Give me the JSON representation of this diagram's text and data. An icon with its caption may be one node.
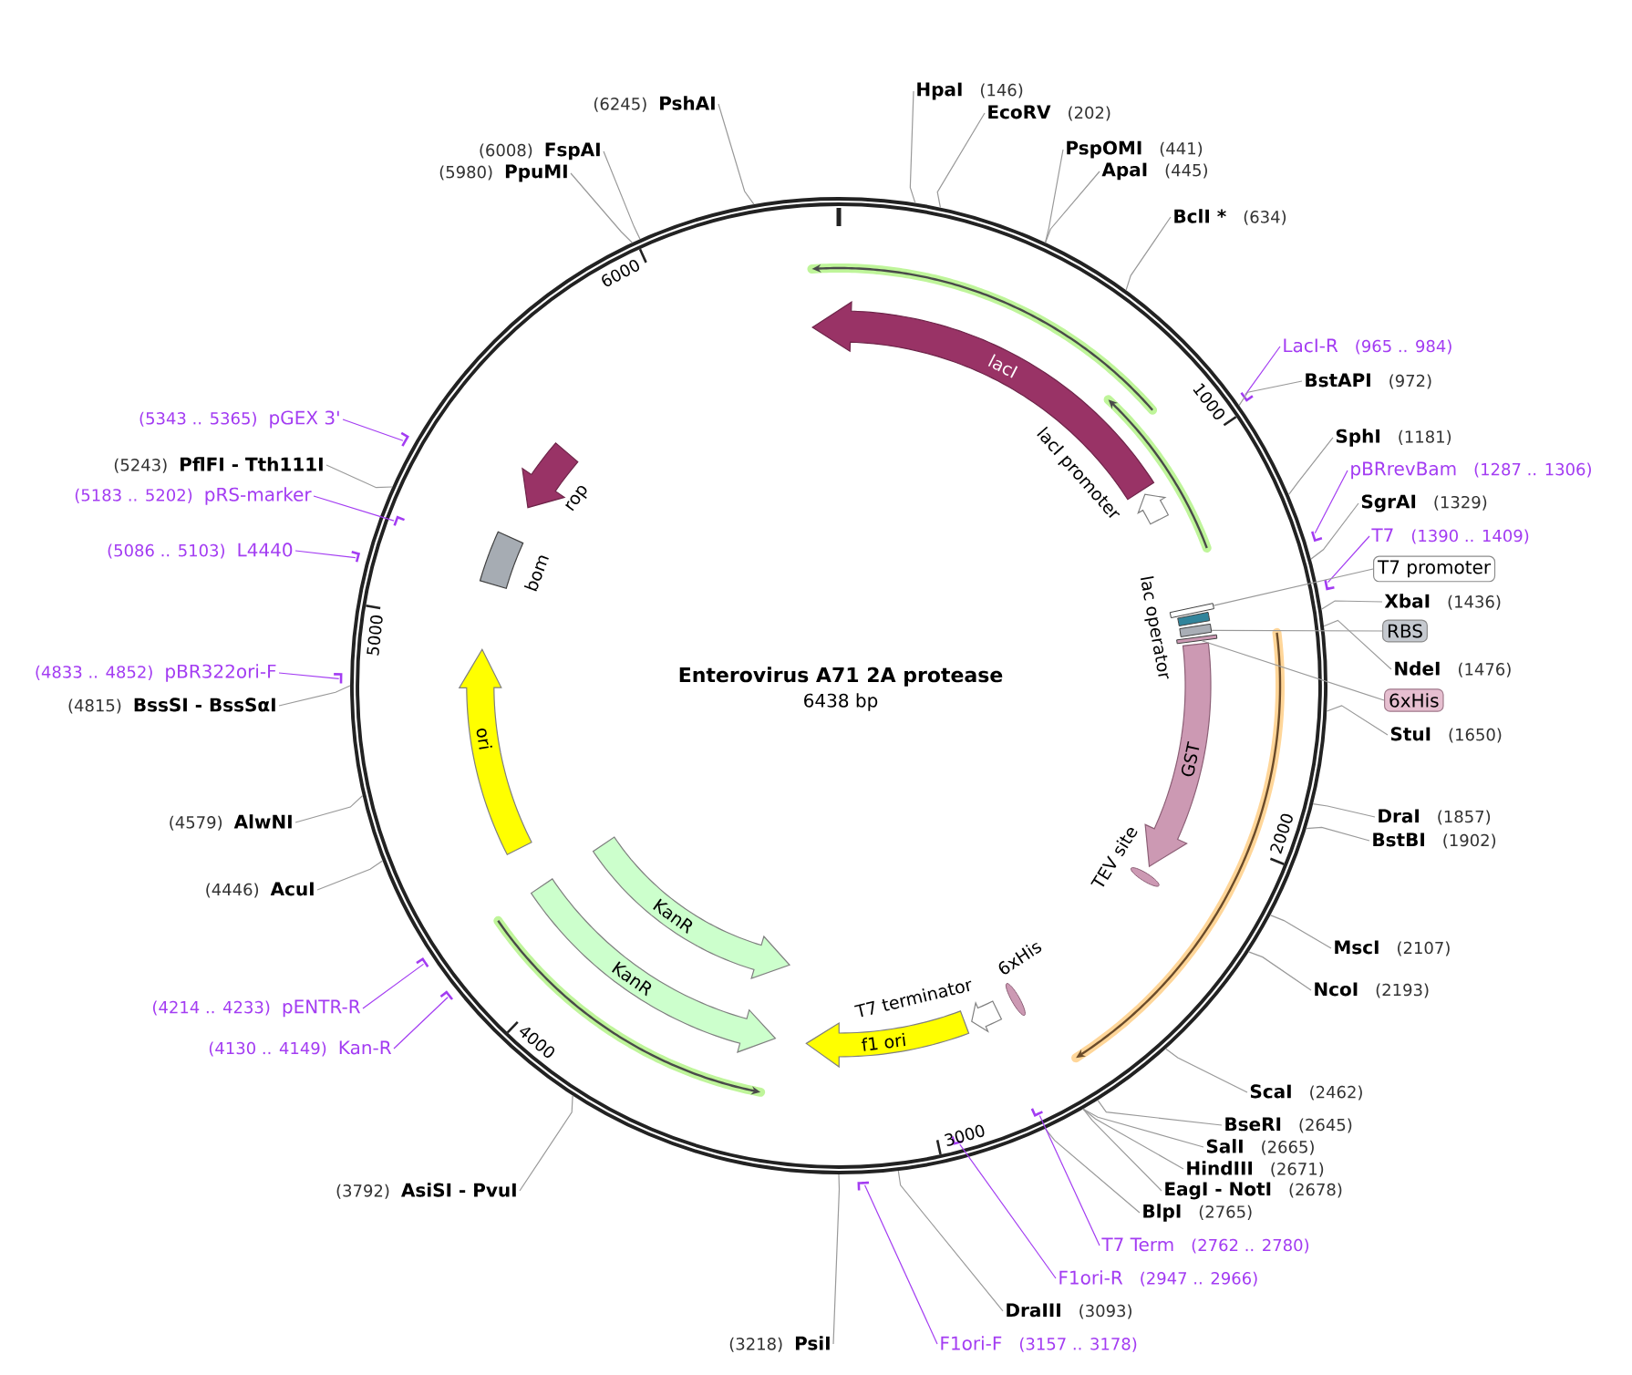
{
  "diagram": {
    "title": "Enterovirus A71 2A protease",
    "nodes": [
      {
        "text": [
          "HpaI",
          "(146)"
        ]
      },
      {
        "text": [
          "EcoRV",
          "(202)"
        ]
      },
      {
        "text": [
          "PspOMI",
          "(441)"
        ]
      },
      {
        "text": [
          "ApaI",
          "(445)"
        ]
      },
      {
        "text": [
          "BclI *",
          "(634)"
        ]
      },
      {
        "text": [
          "LacI-R",
          "(965 .. 984)"
        ]
      },
      {
        "text": [
          "BstAPI",
          "(972)"
        ]
      },
      {
        "text": [
          "SphI",
          "(1181)"
        ]
      },
      {
        "text": [
          "pBRrevBam",
          "(1287 .. 1306)"
        ]
      },
      {
        "text": [
          "SgrAI",
          "(1329)"
        ]
      },
      {
        "text": [
          "T7",
          "(1390 .. 1409)"
        ]
      },
      {
        "text": [
          "T7 promoter"
        ]
      },
      {
        "text": [
          "XbaI",
          "(1436)"
        ]
      },
      {
        "text": [
          "RBS"
        ]
      },
      {
        "text": [
          "NdeI",
          "(1476)"
        ]
      },
      {
        "text": [
          "6xHis"
        ]
      },
      {
        "text": [
          "StuI",
          "(1650)"
        ]
      },
      {
        "text": [
          "DraI",
          "(1857)"
        ]
      },
      {
        "text": [
          "BstBI",
          "(1902)"
        ]
      },
      {
        "text": [
          "MscI",
          "(2107)"
        ]
      },
      {
        "text": [
          "NcoI",
          "(2193)"
        ]
      },
      {
        "text": [
          "ScaI",
          "(2462)"
        ]
      },
      {
        "text": [
          "BseRI",
          "(2645)"
        ]
      },
      {
        "text": [
          "SalI",
          "(2665)"
        ]
      },
      {
        "text": [
          "HindIII",
          "(2671)"
        ]
      },
      {
        "text": [
          "EagI - NotI",
          "(2678)"
        ]
      },
      {
        "text": [
          "BlpI",
          "(2765)"
        ]
      },
      {
        "text": [
          "T7 Term",
          "(2762 .. 2780)"
        ]
      },
      {
        "text": [
          "F1ori-R",
          "(2947 .. 2966)"
        ]
      },
      {
        "text": [
          "DraIII",
          "(3093)"
        ]
      },
      {
        "text": [
          "F1ori-F",
          "(3157 .. 3178)"
        ]
      },
      {
        "text": [
          "(3218)",
          "PsiI"
        ]
      },
      {
        "text": [
          "(3792)",
          "AsiSI - PvuI"
        ]
      },
      {
        "text": [
          "(4130 .. 4149)",
          "Kan-R"
        ]
      },
      {
        "text": [
          "(4214 .. 4233)",
          "pENTR-R"
        ]
      },
      {
        "text": [
          "(4446)",
          "AcuI"
        ]
      },
      {
        "text": [
          "(4579)",
          "AlwNI"
        ]
      },
      {
        "text": [
          "(4815)",
          "BssSI - BssSαI"
        ]
      },
      {
        "text": [
          "(4833 .. 4852)",
          "pBR322ori-F"
        ]
      },
      {
        "text": [
          "(5086 .. 5103)",
          "L4440"
        ]
      },
      {
        "text": [
          "(5183 .. 5202)",
          "pRS-marker"
        ]
      },
      {
        "text": [
          "(5243)",
          "PflFI - Tth111I"
        ]
      },
      {
        "text": [
          "(5343 .. 5365)",
          "pGEX 3'"
        ]
      },
      {
        "text": [
          "(5980)",
          "PpuMI"
        ]
      },
      {
        "text": [
          "(6008)",
          "FspAI"
        ]
      },
      {
        "text": [
          "(6245)",
          "PshAI"
        ]
      },
      {
        "text": [],
        "shape": "circle"
      },
      {
        "text": [
          "lacI"
        ],
        "in": 46
      },
      {
        "text": [
          "lacI promoter"
        ],
        "in": 46
      },
      {
        "text": [],
        "shape": "box",
        "in": 46
      },
      {
        "text": [
          "lac operator"
        ],
        "in": 46
      },
      {
        "text": [],
        "shape": "box",
        "in": 46
      },
      {
        "text": [],
        "shape": "box",
        "in": 46
      },
      {
        "text": [
          "GST"
        ],
        "in": 46
      },
      {
        "text": [
          "TEV site"
        ],
        "in": 46
      },
      {
        "text": [
          "6xHis"
        ],
        "in": 46
      },
      {
        "text": [
          "T7 terminator"
        ],
        "in": 46
      },
      {
        "text": [
          "f1 ori"
        ],
        "in": 46
      },
      {
        "text": [
          "KanR"
        ],
        "in": 46
      },
      {
        "text": [
          "KanR"
        ],
        "in": 46
      },
      {
        "text": [
          "ori"
        ],
        "in": 46
      },
      {
        "text": [
          "bom"
        ],
        "in": 46
      },
      {
        "text": [
          "rop"
        ],
        "in": 46
      },
      {
        "text": [],
        "shape": "bar"
      },
      {
        "text": [],
        "shape": "bar"
      },
      {
        "text": [],
        "shape": "bar"
      },
      {
        "text": [],
        "shape": "bar",
        "in": 46
      },
      {
        "text": [],
        "shape": "bar",
        "in": 46
      },
      {
        "text": [],
        "shape": "bar"
      },
      {
        "text": [],
        "shape": "bar"
      },
      {
        "text": [],
        "shape": "bar"
      },
      {
        "text": [],
        "shape": "bar"
      },
      {
        "text": [],
        "shape": "bar"
      },
      {
        "text": [],
        "shape": "bar",
        "in": 46
      },
      {
        "text": [],
        "shape": "bar"
      }
    ],
    "edges": [
      {
        "from": 0,
        "to": 46,
        "arrow": "none"
      },
      {
        "from": 1,
        "to": 46,
        "arrow": "none"
      },
      {
        "from": 2,
        "to": 46,
        "arrow": "none"
      },
      {
        "from": 3,
        "to": 46,
        "arrow": "none"
      },
      {
        "from": 4,
        "to": 46,
        "arrow": "none"
      },
      {
        "from": 5,
        "to": 63,
        "arrow": "none",
        "color": "#a33cf2"
      },
      {
        "from": 6,
        "to": 46,
        "arrow": "none"
      },
      {
        "from": 7,
        "to": 46,
        "arrow": "none"
      },
      {
        "from": 8,
        "to": 64,
        "arrow": "none",
        "color": "#a33cf2"
      },
      {
        "from": 9,
        "to": 46,
        "arrow": "none"
      },
      {
        "from": 10,
        "to": 65,
        "arrow": "none",
        "color": "#a33cf2"
      },
      {
        "from": 11,
        "to": 49,
        "arrow": "none"
      },
      {
        "from": 12,
        "to": 46,
        "arrow": "none"
      },
      {
        "from": 13,
        "to": 51,
        "arrow": "none"
      },
      {
        "from": 14,
        "to": 46,
        "arrow": "none"
      },
      {
        "from": 15,
        "to": 52,
        "arrow": "none"
      },
      {
        "from": 16,
        "to": 46,
        "arrow": "none"
      },
      {
        "from": 17,
        "to": 46,
        "arrow": "none"
      },
      {
        "from": 18,
        "to": 46,
        "arrow": "none"
      },
      {
        "from": 19,
        "to": 46,
        "arrow": "none"
      },
      {
        "from": 20,
        "to": 46,
        "arrow": "none"
      },
      {
        "from": 21,
        "to": 46,
        "arrow": "none"
      },
      {
        "from": 22,
        "to": 46,
        "arrow": "none"
      },
      {
        "from": 23,
        "to": 46,
        "arrow": "none"
      },
      {
        "from": 24,
        "to": 46,
        "arrow": "none"
      },
      {
        "from": 25,
        "to": 46,
        "arrow": "none"
      },
      {
        "from": 26,
        "to": 46,
        "arrow": "none"
      },
      {
        "from": 27,
        "to": 66,
        "arrow": "none",
        "color": "#a33cf2"
      },
      {
        "from": 28,
        "to": 67,
        "arrow": "none",
        "color": "#a33cf2"
      },
      {
        "from": 29,
        "to": 46,
        "arrow": "none"
      },
      {
        "from": 30,
        "to": 68,
        "arrow": "none",
        "color": "#a33cf2"
      },
      {
        "from": 31,
        "to": 46,
        "arrow": "none"
      },
      {
        "from": 32,
        "to": 46,
        "arrow": "none"
      },
      {
        "from": 33,
        "to": 69,
        "arrow": "none",
        "color": "#a33cf2"
      },
      {
        "from": 34,
        "to": 70,
        "arrow": "none",
        "color": "#a33cf2"
      },
      {
        "from": 35,
        "to": 46,
        "arrow": "none"
      },
      {
        "from": 36,
        "to": 46,
        "arrow": "none"
      },
      {
        "from": 37,
        "to": 46,
        "arrow": "none"
      },
      {
        "from": 38,
        "to": 71,
        "arrow": "none",
        "color": "#a33cf2"
      },
      {
        "from": 39,
        "to": 72,
        "arrow": "none",
        "color": "#a33cf2"
      },
      {
        "from": 40,
        "to": 73,
        "arrow": "none",
        "color": "#a33cf2"
      },
      {
        "from": 41,
        "to": 46,
        "arrow": "none"
      },
      {
        "from": 42,
        "to": 74,
        "arrow": "none",
        "color": "#a33cf2"
      },
      {
        "from": 43,
        "to": 46,
        "arrow": "none"
      },
      {
        "from": 44,
        "to": 46,
        "arrow": "none"
      },
      {
        "from": 45,
        "to": 46,
        "arrow": "none"
      }
    ],
    "labels": [
      "6438 bp",
      "1000",
      "2000",
      "3000",
      "4000",
      "5000",
      "6000"
    ]
  }
}
